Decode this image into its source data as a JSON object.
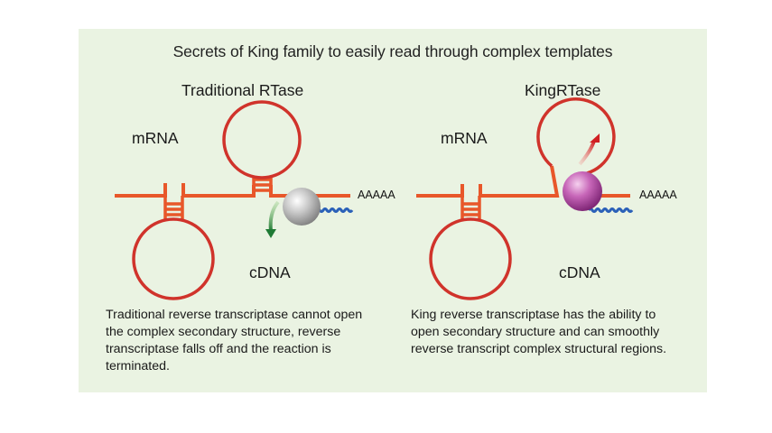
{
  "title": "Secrets of King family to easily read through complex templates",
  "panels": [
    {
      "heading": "Traditional RTase",
      "mrna_label": "mRNA",
      "cdna_label": "cDNA",
      "polya_label": "AAAAA",
      "enzyme_color": "#b8b8b8",
      "arrow_color": "#2e8b3e",
      "description": "Traditional reverse transcriptase cannot open the complex secondary structure, reverse transcriptase falls off and the reaction is terminated."
    },
    {
      "heading": "KingRTase",
      "mrna_label": "mRNA",
      "cdna_label": "cDNA",
      "polya_label": "AAAAA",
      "enzyme_color": "#b04aa0",
      "arrow_color": "#d8262a",
      "description": "King reverse transcriptase has the ability to open secondary structure and can smoothly reverse transcript complex structural regions."
    }
  ],
  "colors": {
    "background": "#eaf3e2",
    "rna_strand": "#e8572a",
    "loop": "#d0332b",
    "cdna": "#2a60b8"
  }
}
